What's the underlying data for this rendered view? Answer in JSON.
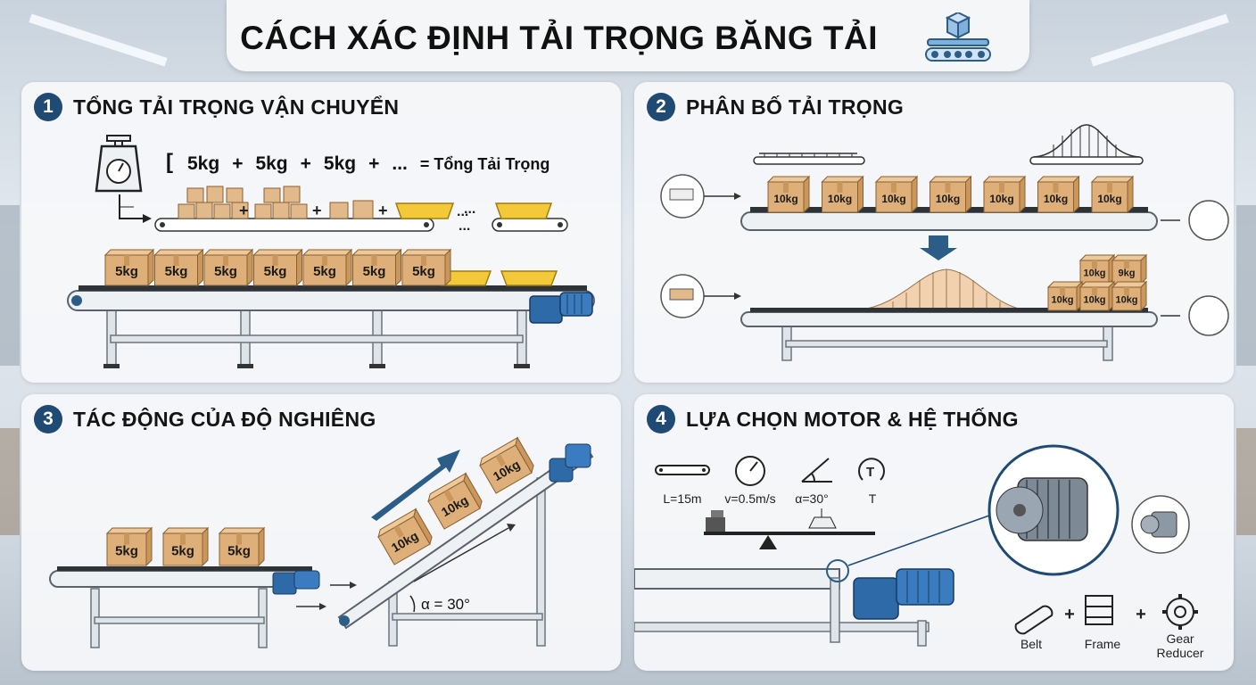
{
  "header": {
    "title": "CÁCH XÁC ĐỊNH TẢI TRỌNG BĂNG TẢI"
  },
  "panels": [
    {
      "number": "1",
      "title": "TỔNG TẢI TRỌNG VẬN CHUYỂN",
      "formula": {
        "bracket": "[",
        "terms": [
          "5kg",
          "+",
          "5kg",
          "+",
          "5kg",
          "+",
          "...",
          "= Tổng Tải Trọng"
        ]
      },
      "ellipsis": "...",
      "box_labels": [
        "5kg",
        "5kg",
        "5kg",
        "5kg",
        "5kg",
        "5kg",
        "5kg"
      ]
    },
    {
      "number": "2",
      "title": "PHÂN BỐ TẢI TRỌNG",
      "top_box_labels": [
        "10kg",
        "10kg",
        "10kg",
        "10kg",
        "10kg",
        "10kg",
        "10kg"
      ],
      "stack_labels": [
        "10kg",
        "9kg",
        "10kg",
        "10kg",
        "10kg"
      ]
    },
    {
      "number": "3",
      "title": "TÁC ĐỘNG CỦA ĐỘ NGHIÊNG",
      "flat_box_labels": [
        "5kg",
        "5kg",
        "5kg"
      ],
      "incline_box_labels": [
        "10kg",
        "10kg",
        "10kg"
      ],
      "angle_label": "α = 30°"
    },
    {
      "number": "4",
      "title": "LỰA CHỌN MOTOR & HỆ THỐNG",
      "params": [
        "L=15m",
        "v=0.5m/s",
        "α=30°",
        "T"
      ],
      "components": [
        "Belt",
        "+",
        "Frame",
        "+",
        "Gear Reducer"
      ]
    }
  ]
}
